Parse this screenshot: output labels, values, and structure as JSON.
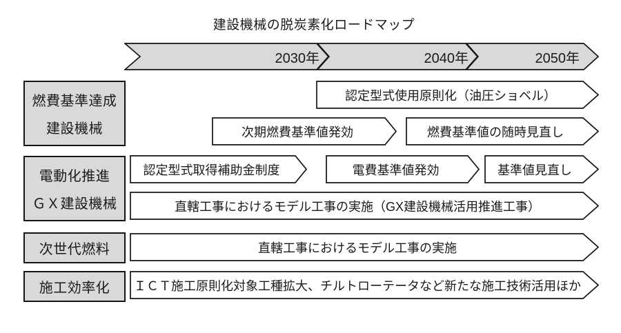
{
  "page": {
    "title": "建設機械の脱炭素化ロードマップ"
  },
  "timeline": {
    "years": [
      "2030年",
      "2040年",
      "2050年"
    ]
  },
  "rows": [
    {
      "category_lines": [
        "燃費基準達成",
        "建設機械"
      ],
      "arrows": {
        "certified_model_mandatory": "認定型式使用原則化（油圧ショベル）",
        "next_fuel_standard_effective": "次期燃費基準値発効",
        "fuel_standard_review": "燃費基準値の随時見直し"
      }
    },
    {
      "category_lines": [
        "電動化推進",
        "ＧＸ建設機械"
      ],
      "arrows": {
        "subsidy_program": "認定型式取得補助金制度",
        "electricity_standard_effective": "電費基準値発効",
        "standard_review": "基準値見直し",
        "gx_model_projects": "直轄工事におけるモデル工事の実施（GX建設機械活用推進工事）"
      }
    },
    {
      "category_lines": [
        "次世代燃料"
      ],
      "arrows": {
        "model_projects": "直轄工事におけるモデル工事の実施"
      }
    },
    {
      "category_lines": [
        "施工効率化"
      ],
      "arrows": {
        "ict_expansion": "ＩＣＴ施工原則化対象工種拡大、チルトローテータなど新たな施工技術活用ほか"
      }
    }
  ],
  "colors": {
    "category_fill": "#d9d9d9",
    "timeline_fill": "#d9d9d9",
    "arrow_fill": "#ffffff",
    "border": "#141414",
    "text": "#1a1a1a",
    "background": "#ffffff"
  }
}
